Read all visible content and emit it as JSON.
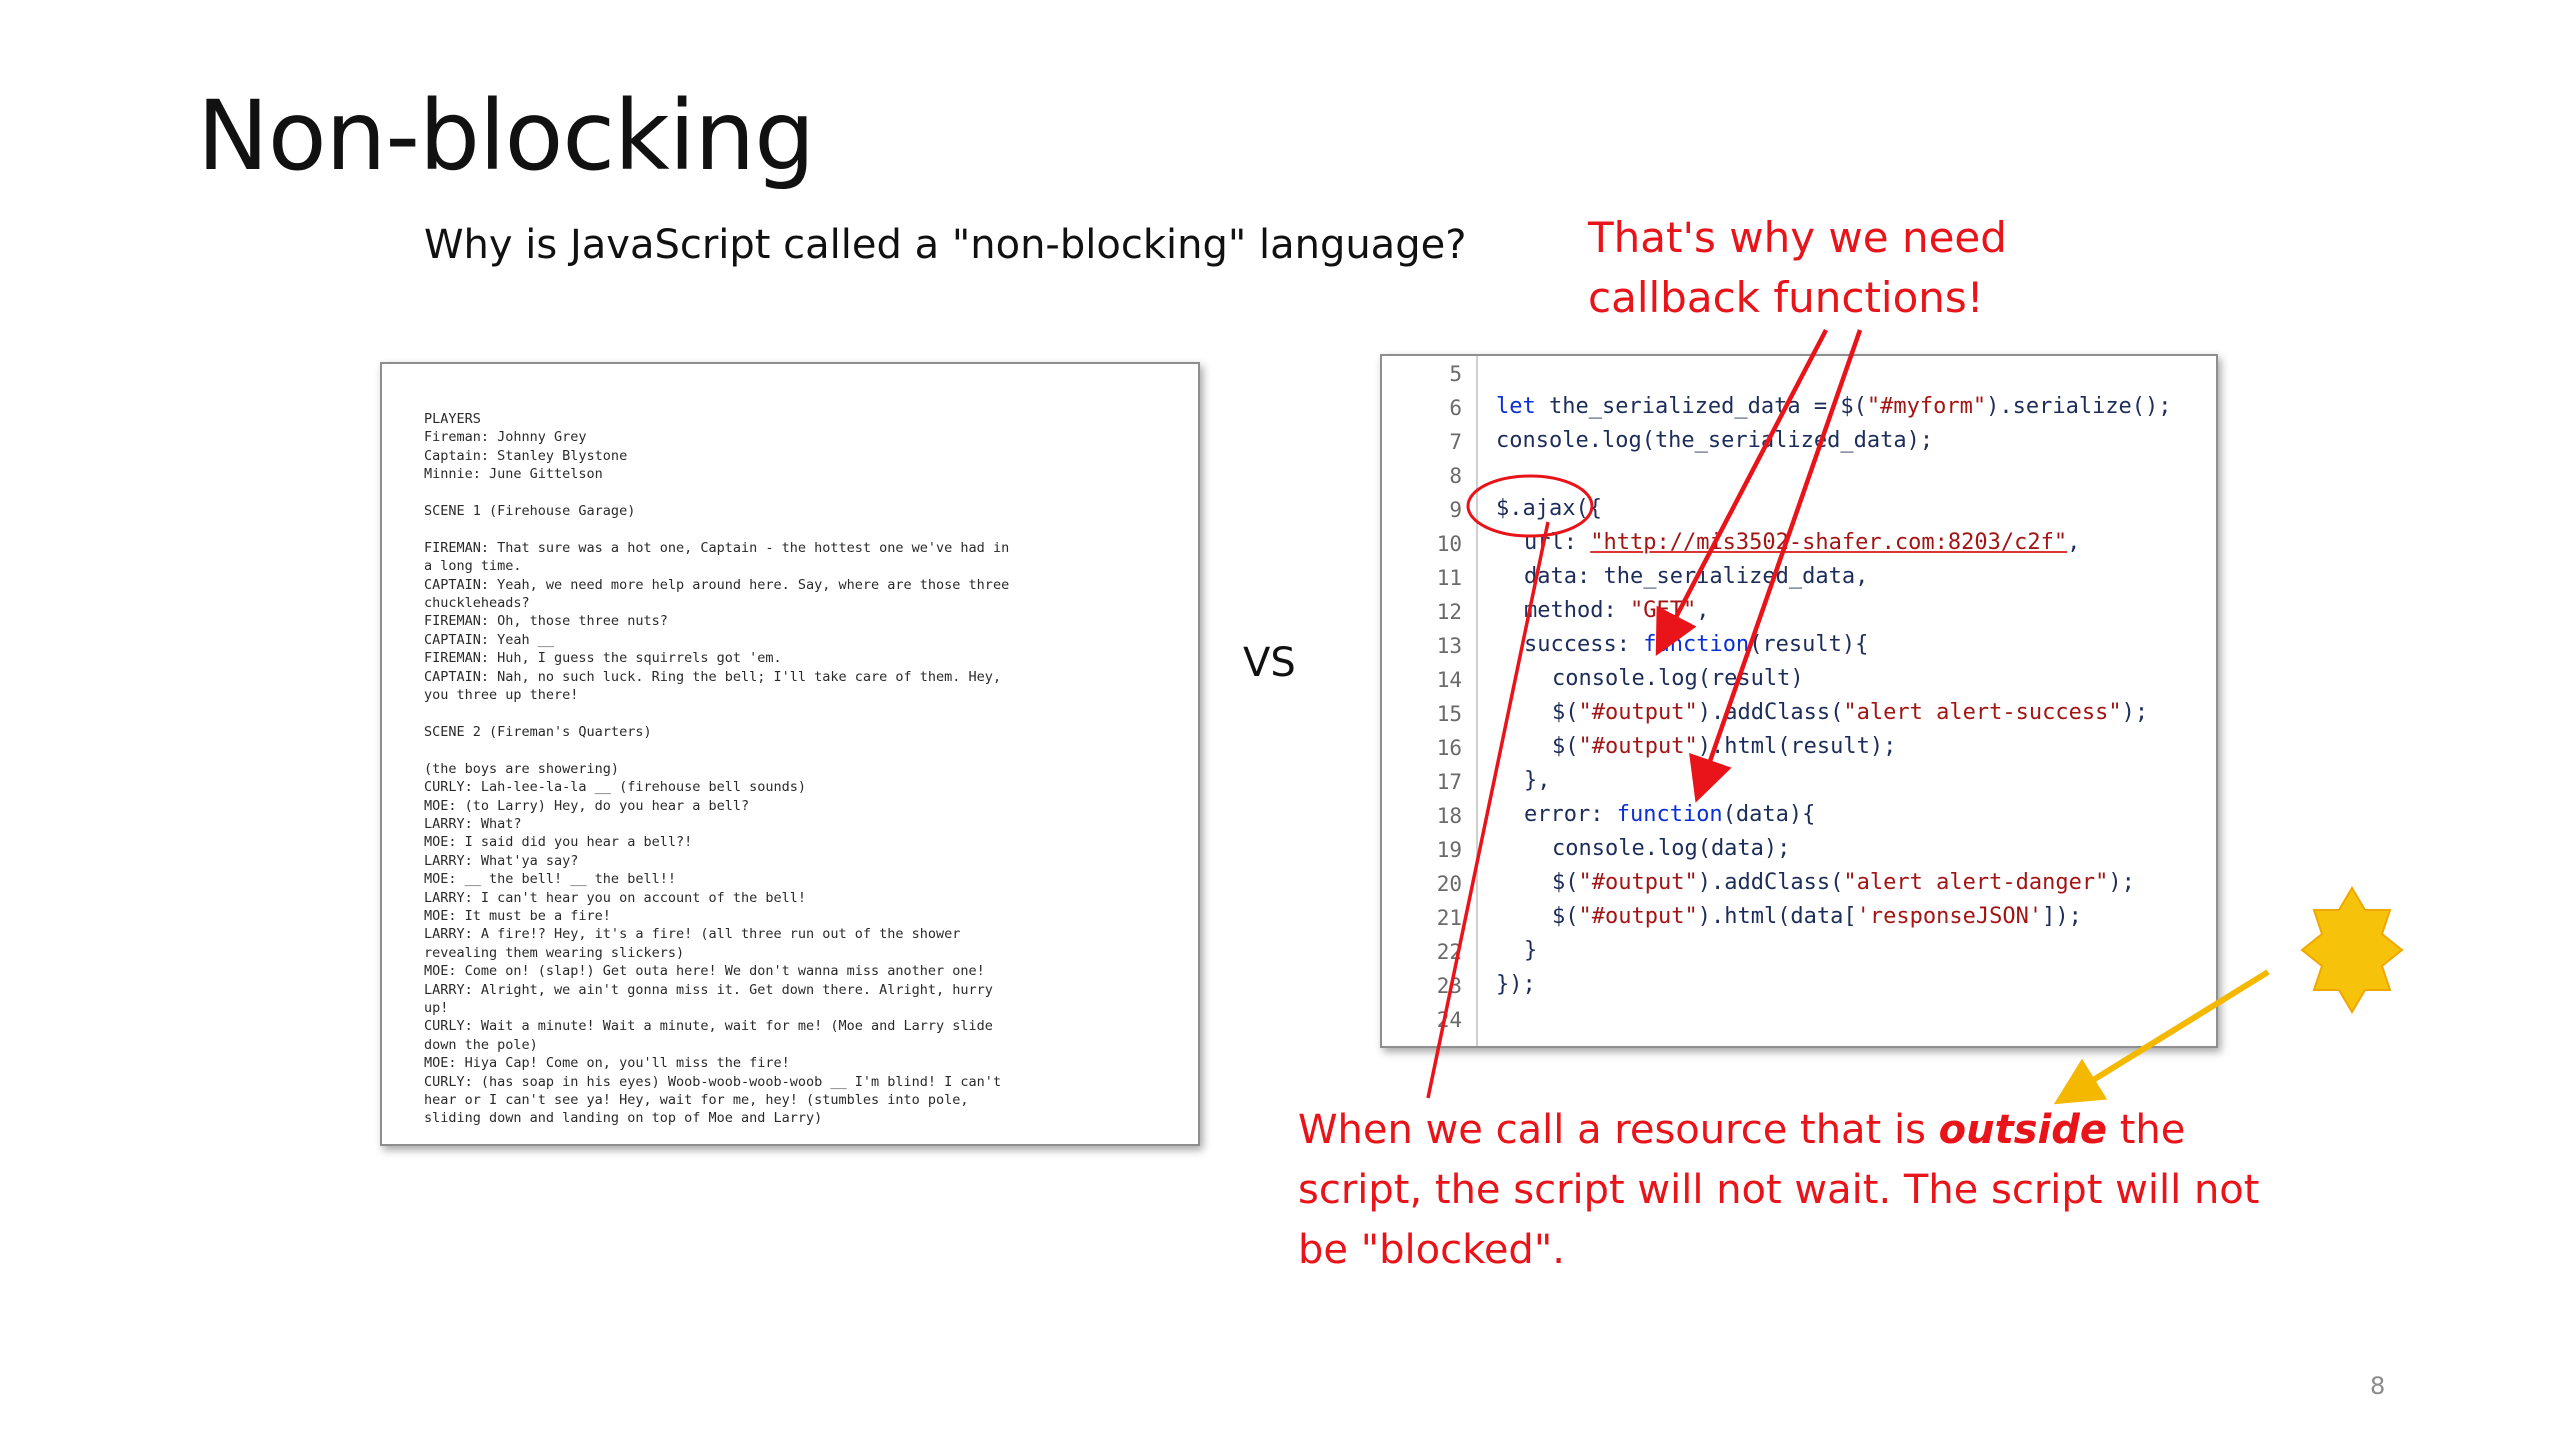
{
  "slide": {
    "title": "Non-blocking",
    "subtitle": "Why is JavaScript called a \"non-blocking\" language?",
    "vs_label": "VS",
    "page_number": "8"
  },
  "callouts": {
    "top_line1": "That's why we need",
    "top_line2": "callback functions!",
    "bottom_pre": "When we call a resource that is ",
    "bottom_em": "outside",
    "bottom_post": " the script, the script will not wait.  The script will not be \"blocked\"."
  },
  "script_page": {
    "lines": [
      "PLAYERS",
      "Fireman: Johnny Grey",
      "Captain: Stanley Blystone",
      "Minnie: June Gittelson",
      "",
      "SCENE 1 (Firehouse Garage)",
      "",
      "FIREMAN: That sure was a hot one, Captain - the hottest one we've had in",
      "a long time.",
      "CAPTAIN: Yeah, we need more help around here. Say, where are those three",
      "chuckleheads?",
      "FIREMAN: Oh, those three nuts?",
      "CAPTAIN: Yeah __",
      "FIREMAN: Huh, I guess the squirrels got 'em.",
      "CAPTAIN: Nah, no such luck. Ring the bell; I'll take care of them. Hey,",
      "you three up there!",
      "",
      "SCENE 2 (Fireman's Quarters)",
      "",
      "(the boys are showering)",
      "CURLY: Lah-lee-la-la __ (firehouse bell sounds)",
      "MOE: (to Larry) Hey, do you hear a bell?",
      "LARRY: What?",
      "MOE: I said did you hear a bell?!",
      "LARRY: What'ya say?",
      "MOE: __ the bell! __ the bell!!",
      "LARRY: I can't hear you on account of the bell!",
      "MOE: It must be a fire!",
      "LARRY: A fire!? Hey, it's a fire! (all three run out of the shower",
      "revealing them wearing slickers)",
      "MOE: Come on! (slap!) Get outa here! We don't wanna miss another one!",
      "LARRY: Alright, we ain't gonna miss it. Get down there. Alright, hurry",
      "up!",
      "CURLY: Wait a minute! Wait a minute, wait for me! (Moe and Larry slide",
      "down the pole)",
      "MOE: Hiya Cap! Come on, you'll miss the fire!",
      "CURLY: (has soap in his eyes) Woob-woob-woob-woob __ I'm blind! I can't",
      "hear or I can't see ya! Hey, wait for me, hey! (stumbles into pole,",
      "sliding down and landing on top of Moe and Larry)"
    ]
  },
  "code_editor": {
    "line_numbers": [
      "5",
      "6",
      "7",
      "8",
      "9",
      "10",
      "11",
      "12",
      "13",
      "14",
      "15",
      "16",
      "17",
      "18",
      "19",
      "20",
      "21",
      "22",
      "23",
      "24"
    ],
    "line6_a": "let",
    "line6_b": " the_serialized_data = $(",
    "line6_c": "\"#myform\"",
    "line6_d": ").serialize();",
    "line7": "console.log(the_serialized_data);",
    "line9": "$.ajax({",
    "line10_a": "url: ",
    "line10_b": "\"http://mis3502-shafer.com:8203/c2f\"",
    "line10_c": ",",
    "line11": "data: the_serialized_data,",
    "line12_a": "method: ",
    "line12_b": "\"GET\"",
    "line12_c": ",",
    "line13_a": "success: ",
    "line13_b": "function",
    "line13_c": "(result){",
    "line14": "console.log(result)",
    "line15_a": "$(",
    "line15_b": "\"#output\"",
    "line15_c": ").addClass(",
    "line15_d": "\"alert alert-success\"",
    "line15_e": ");",
    "line16_a": "$(",
    "line16_b": "\"#output\"",
    "line16_c": ").html(result);",
    "line17": "},",
    "line18_a": "error: ",
    "line18_b": "function",
    "line18_c": "(data){",
    "line19": "console.log(data);",
    "line20_a": "$(",
    "line20_b": "\"#output\"",
    "line20_c": ").addClass(",
    "line20_d": "\"alert alert-danger\"",
    "line20_e": ");",
    "line21_a": "$(",
    "line21_b": "\"#output\"",
    "line21_c": ").html(data[",
    "line21_d": "'responseJSON'",
    "line21_e": "]);",
    "line22": "}",
    "line23": "});"
  },
  "colors": {
    "annotation_red": "#e8141a",
    "arrow_gold": "#f5b800",
    "star_gold": "#f7c20a"
  },
  "icons": {
    "star": "star-burst-icon"
  }
}
